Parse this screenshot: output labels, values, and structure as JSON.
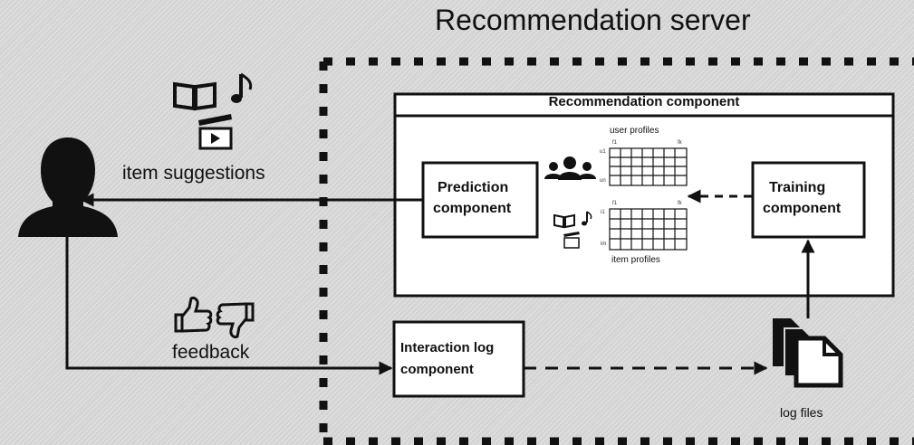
{
  "server": {
    "title": "Recommendation server"
  },
  "labels": {
    "item_suggestions": "item suggestions",
    "feedback": "feedback",
    "user_profiles": "user profiles",
    "item_profiles": "item profiles",
    "log_files": "log files"
  },
  "recommendation_component": {
    "title": "Recommendation component"
  },
  "prediction_component": {
    "line1": "Prediction",
    "line2": "component"
  },
  "training_component": {
    "line1": "Training",
    "line2": "component"
  },
  "interaction_log_component": {
    "line1": "Interaction log",
    "line2": "component"
  },
  "matrix_indices": {
    "user_col_first": "f1",
    "user_col_last": "fk",
    "user_row_first": "u1",
    "user_row_last": "un",
    "item_col_first": "f1",
    "item_col_last": "fk",
    "item_row_first": "i1",
    "item_row_last": "im"
  },
  "icons": {
    "user": "user-silhouette-icon",
    "book": "book-icon",
    "music": "music-note-icon",
    "clapper": "film-clapper-icon",
    "users_group": "users-group-icon",
    "thumb_up": "thumbs-up-icon",
    "thumb_down": "thumbs-down-icon",
    "files": "log-files-icon"
  },
  "colors": {
    "background": "#d4d4d4",
    "stroke": "#111111",
    "box_fill": "#ffffff"
  }
}
